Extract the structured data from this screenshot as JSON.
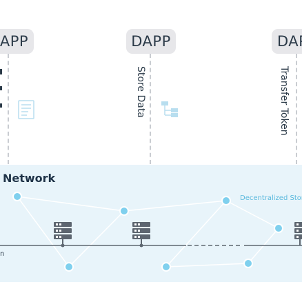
{
  "dapps": [
    {
      "label": "APP",
      "action": ""
    },
    {
      "label": "DAPP",
      "action": "Store Data"
    },
    {
      "label": "DAP",
      "action": "Transfer Token"
    }
  ],
  "network": {
    "title": "Network",
    "storage_label": "Decentralized Stora",
    "chain_label": "n"
  },
  "colors": {
    "panel_bg": "#e8f4fa",
    "node": "#7fd0ee",
    "server": "#5d6670",
    "chain": "#5d6670",
    "pill_bg": "#e7e7ea",
    "text_dark": "#2b3a48"
  },
  "icons": [
    "document-icon",
    "hierarchy-icon",
    "server-icon",
    "storage-node-icon"
  ]
}
